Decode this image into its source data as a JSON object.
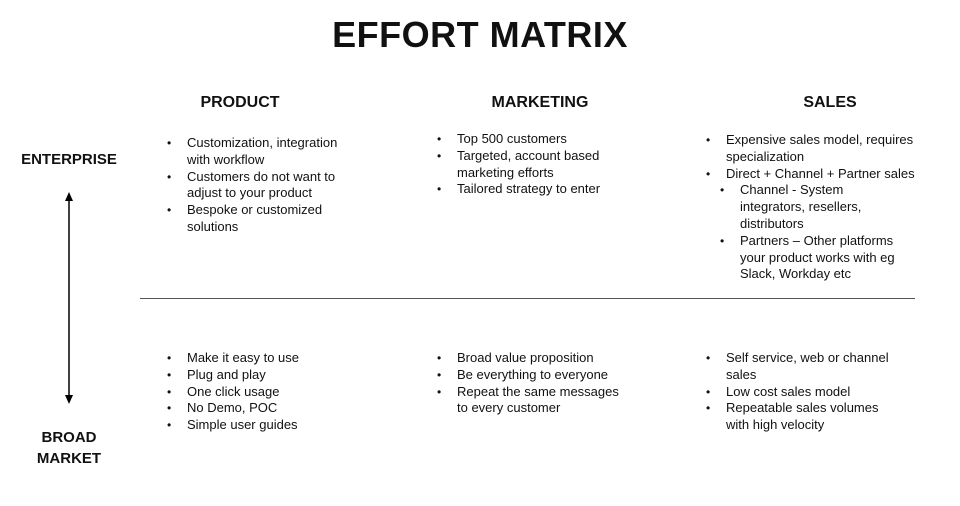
{
  "title": "EFFORT MATRIX",
  "columns": {
    "product": "PRODUCT",
    "marketing": "MARKETING",
    "sales": "SALES"
  },
  "rows": {
    "enterprise": "ENTERPRISE",
    "broad_market_line1": "BROAD",
    "broad_market_line2": "MARKET"
  },
  "enterprise": {
    "product": [
      "Customization, integration with workflow",
      "Customers do not want to adjust to your product",
      "Bespoke or customized solutions"
    ],
    "marketing": [
      "Top 500 customers",
      "Targeted, account based marketing efforts",
      "Tailored strategy to enter"
    ],
    "sales": [
      "Expensive sales model, requires specialization",
      "Direct + Channel + Partner sales"
    ],
    "sales_sub": [
      "Channel - System integrators, resellers, distributors",
      "Partners – Other platforms your product works with eg Slack, Workday etc"
    ]
  },
  "broad_market": {
    "product": [
      "Make it easy to use",
      "Plug and play",
      "One click usage",
      "No Demo, POC",
      "Simple user guides"
    ],
    "marketing": [
      "Broad value proposition",
      "Be everything to everyone",
      "Repeat the same messages to every customer"
    ],
    "sales": [
      "Self service, web or channel sales",
      "Low cost sales model",
      "Repeatable sales volumes with high velocity"
    ]
  }
}
